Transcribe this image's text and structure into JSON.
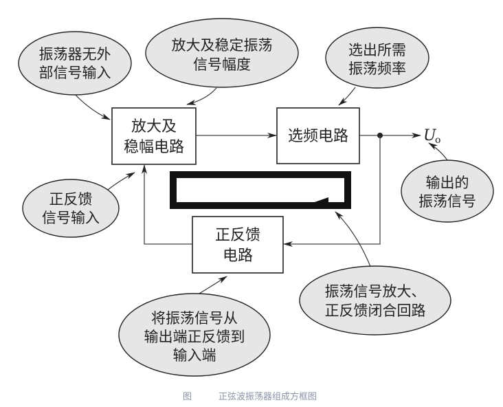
{
  "blocks": {
    "amplifier": [
      "放大及",
      "稳幅电路"
    ],
    "selector": "选频电路",
    "feedback": [
      "正反馈",
      "电路"
    ]
  },
  "output_label": "U",
  "output_subscript": "o",
  "bubbles": {
    "no_external_input": [
      "振荡器无外",
      "部信号输入"
    ],
    "amplify_stabilize": [
      "放大及稳定振荡",
      "信号幅度"
    ],
    "select_frequency": [
      "选出所需",
      "振荡频率"
    ],
    "feedback_input": [
      "正反馈",
      "信号输入"
    ],
    "output_signal": [
      "输出的",
      "振荡信号"
    ],
    "closed_loop": [
      "振荡信号放大、",
      "正反馈闭合回路"
    ],
    "feedback_path": [
      "将振荡信号从",
      "输出端正反馈到",
      "输入端"
    ]
  },
  "caption": {
    "prefix": "图",
    "title": "正弦波振荡器组成方框图"
  },
  "colors": {
    "bubble_fill": "#e6e6e6",
    "stroke": "#222222",
    "caption": "#8a94a6"
  }
}
